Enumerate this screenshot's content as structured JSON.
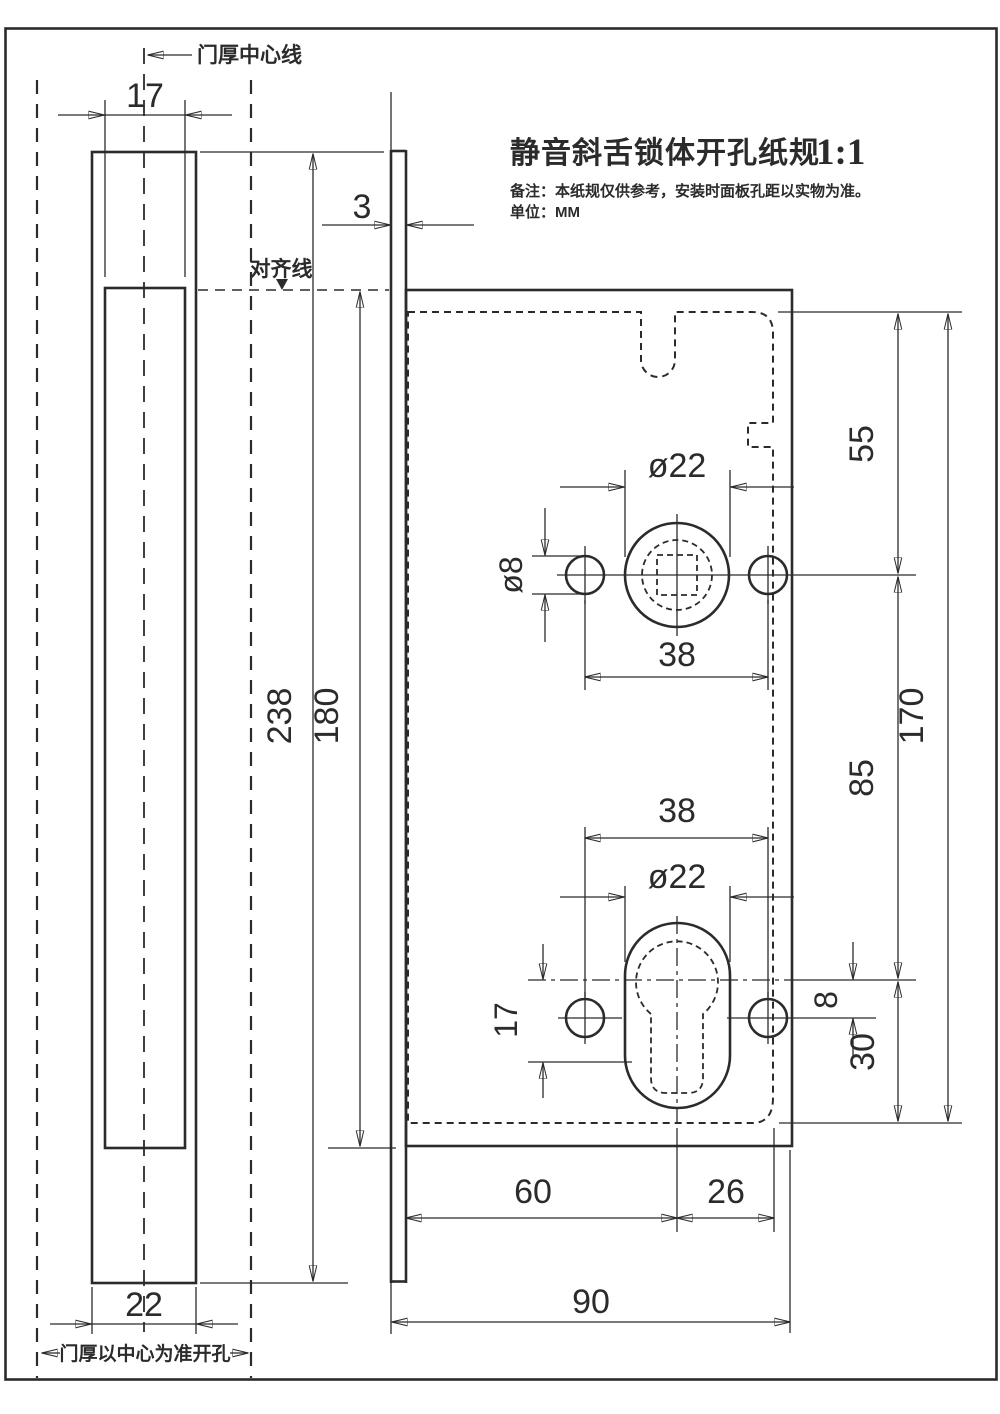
{
  "page": {
    "title_main": "静音斜舌锁体开孔纸规",
    "title_scale": "1:1",
    "note_remark": "备注：本纸规仅供参考，安装时面板孔距以实物为准。",
    "note_unit": "单位：MM"
  },
  "labels": {
    "door_center_line": "门厚中心线",
    "align_line": "对齐线",
    "door_drill_rule": "门厚以中心为准开孔"
  },
  "dims": {
    "plate_recess_width": "17",
    "plate_width": "22",
    "plate_length": "238",
    "recess_length": "180",
    "faceplate_thickness": "3",
    "top_to_spindle": "55",
    "spindle_to_cylinder": "85",
    "cylinder_to_bottom": "30",
    "cylinder_screw_offset": "8",
    "top_to_bottom": "170",
    "spindle_hole_dia": "ø22",
    "screw_hole_dia": "ø8",
    "screw_spacing_upper": "38",
    "screw_spacing_lower": "38",
    "cylinder_hole_dia": "ø22",
    "cylinder_lower_offset": "17",
    "backset": "60",
    "center_to_edge": "26",
    "body_width": "90"
  },
  "colors": {
    "ink": "#2b2b2b",
    "background": "#ffffff"
  }
}
